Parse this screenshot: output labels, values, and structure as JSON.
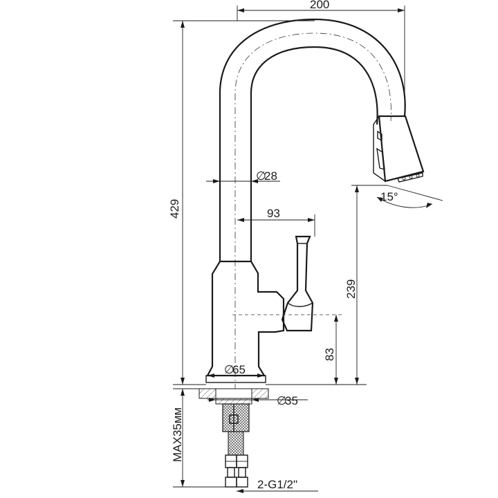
{
  "dimensions": {
    "reach": "200",
    "spout_diameter": "28",
    "handle_offset": "93",
    "total_height": "429",
    "spout_outlet_height": "239",
    "handle_height": "83",
    "base_diameter": "65",
    "mount_hole_diameter": "35",
    "max_deck_thickness": "MAX35мм",
    "connection": "2-G1/2\"",
    "spray_angle": "15°"
  },
  "symbols": {
    "diameter": "∅"
  }
}
